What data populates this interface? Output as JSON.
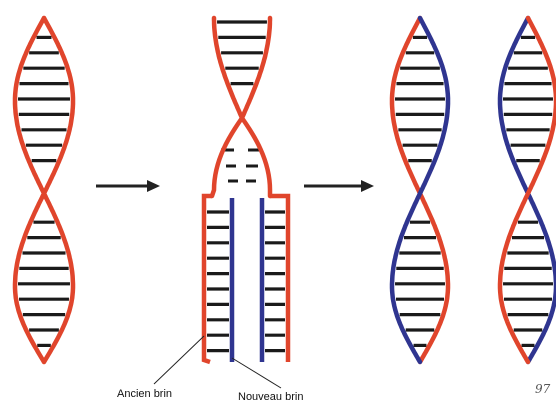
{
  "figure": {
    "labels": {
      "old_strand": "Ancien brin",
      "new_strand": "Nouveau brin",
      "signature": "97"
    },
    "stages": [
      {
        "name": "parent-helix",
        "strands": [
          "old",
          "old"
        ]
      },
      {
        "name": "unwinding-replication",
        "strands": [
          "old",
          "new"
        ]
      },
      {
        "name": "daughter-helix-1",
        "strands": [
          "old",
          "new"
        ]
      },
      {
        "name": "daughter-helix-2",
        "strands": [
          "new",
          "old"
        ]
      }
    ],
    "colors": {
      "old_strand": "#e0452c",
      "new_strand": "#2f3590",
      "rungs": "#1a1a1a",
      "arrow": "#222222",
      "leader": "#222222"
    }
  }
}
